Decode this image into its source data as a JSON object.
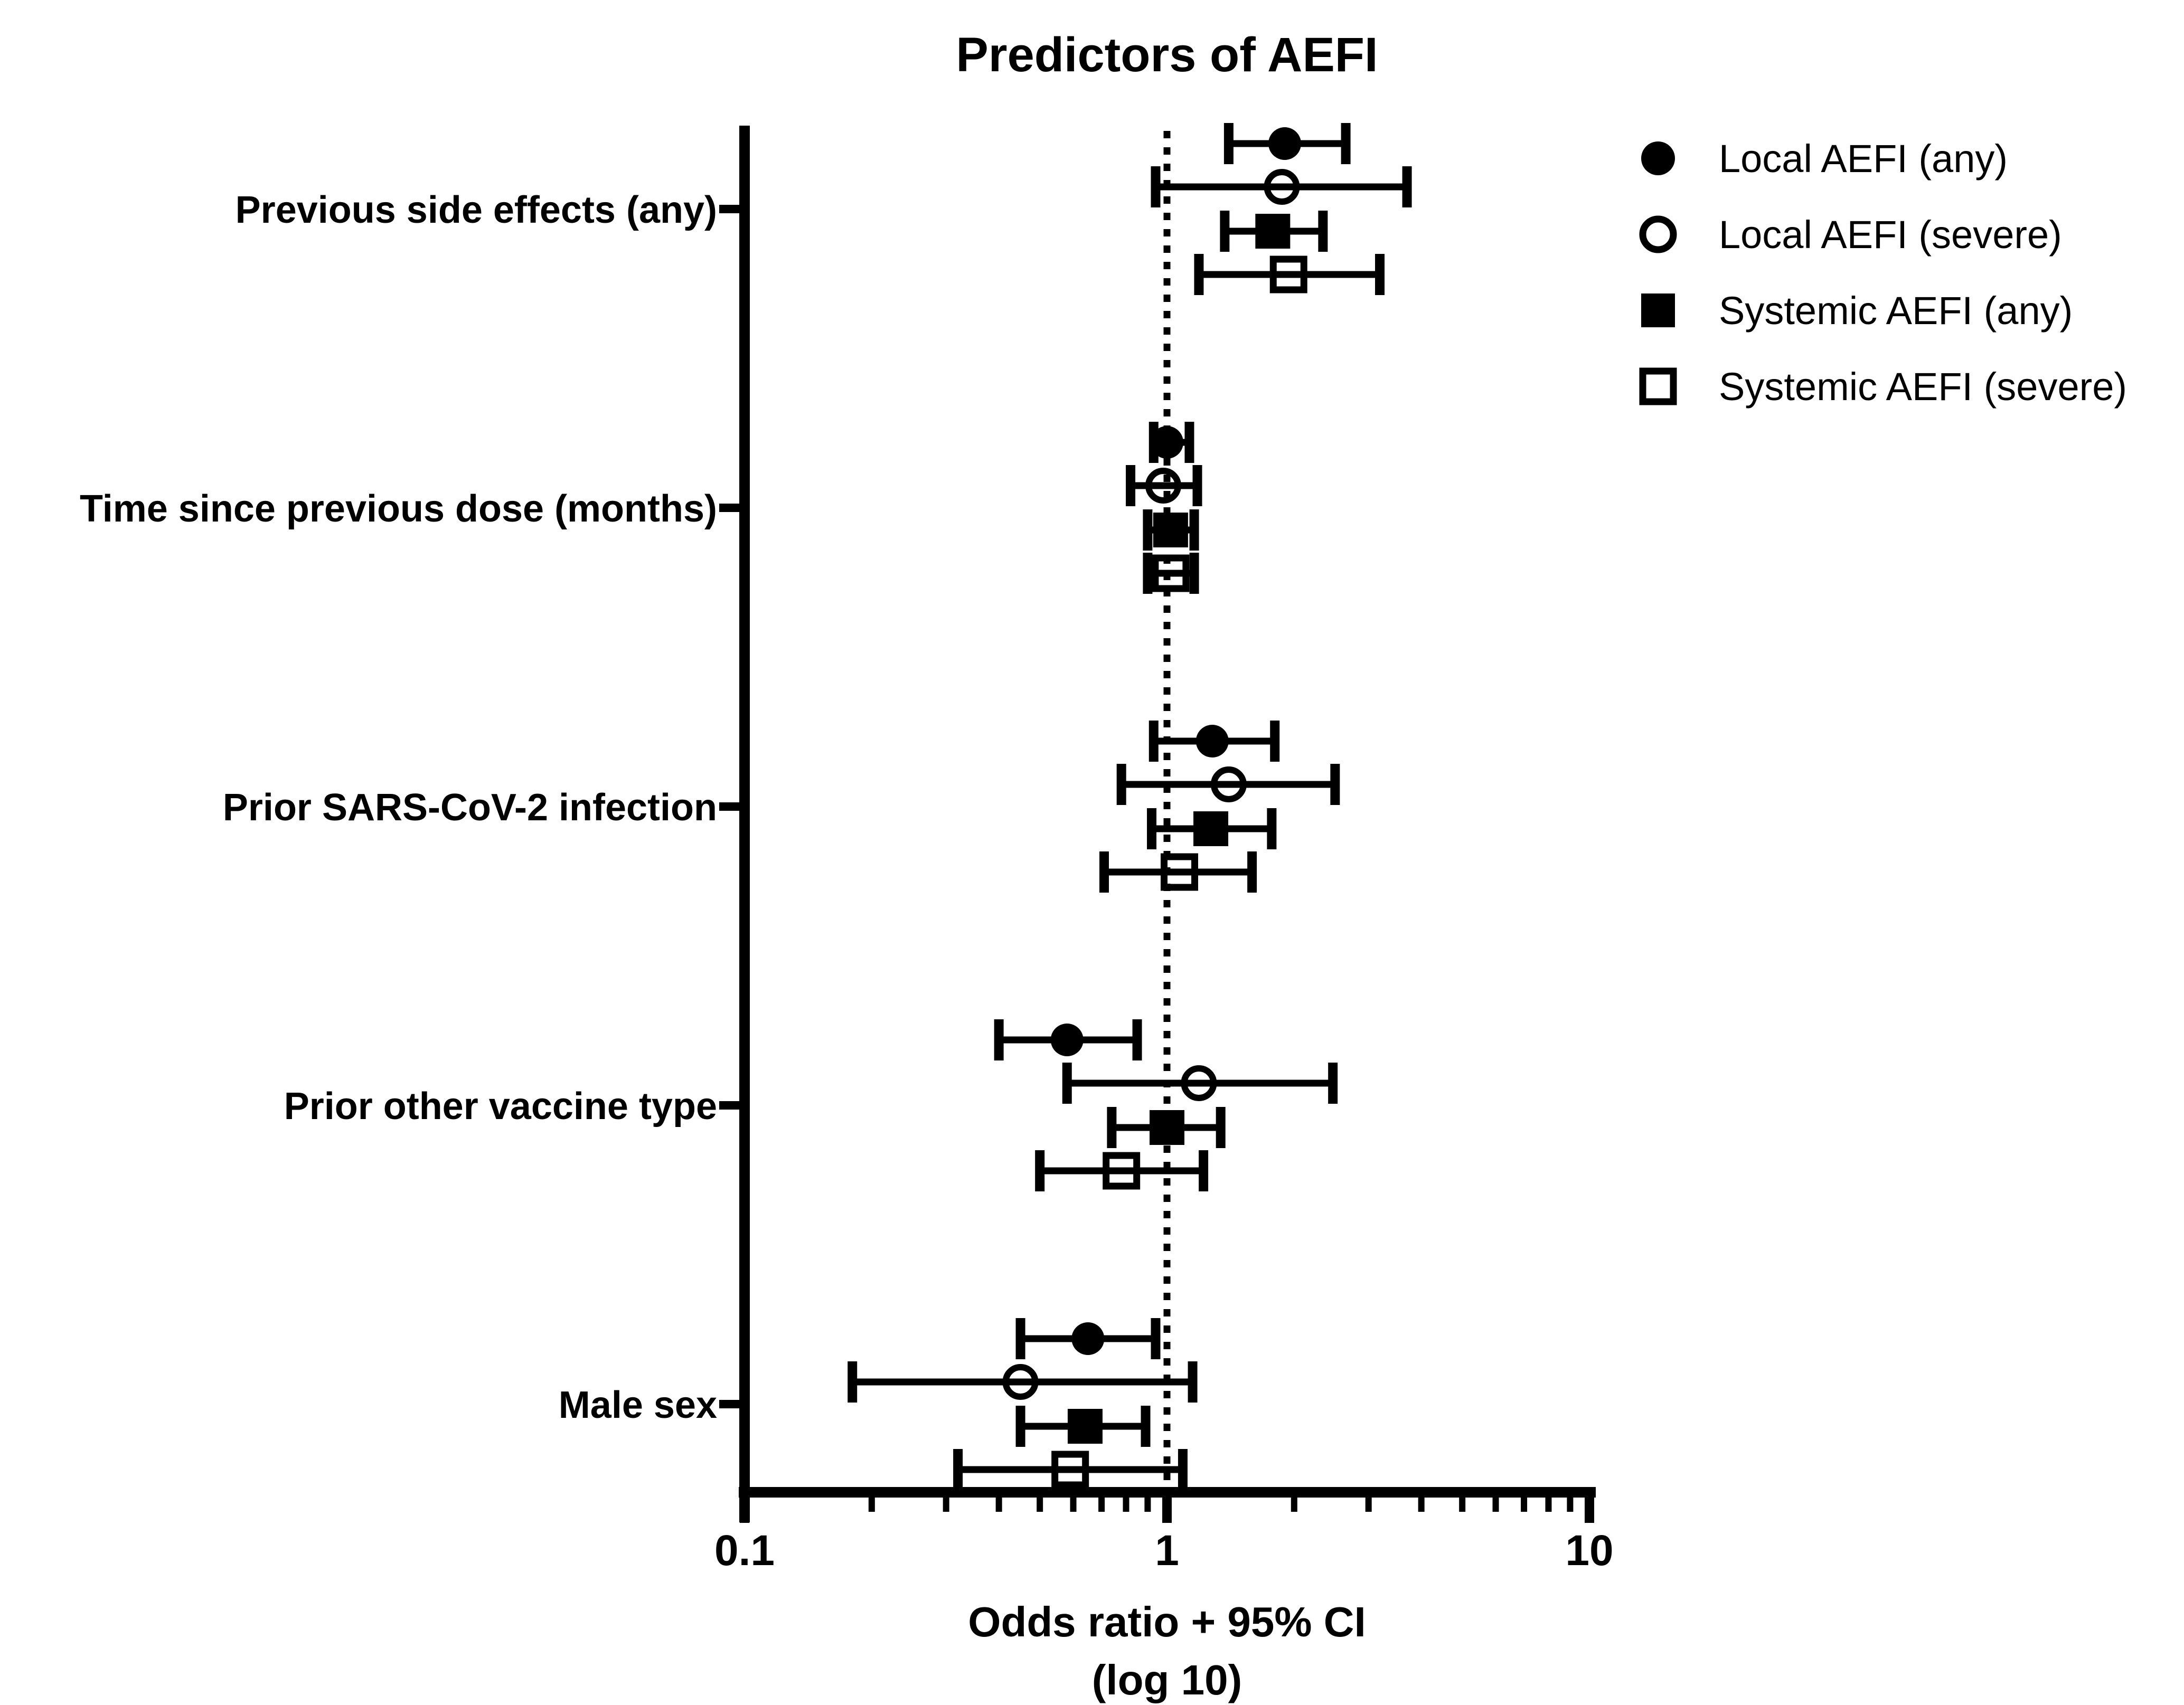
{
  "figure": {
    "background_color": "#ffffff",
    "ink_color": "#000000"
  },
  "chart_data": {
    "type": "scatter",
    "subtype": "forest-plot",
    "title": "Predictors of AEFI",
    "xlabel": "Odds ratio + 95% CI",
    "xlabel_line2": "(log 10)",
    "x_scale": "log10",
    "x_range": [
      0.1,
      10
    ],
    "x_ticks": [
      0.1,
      1,
      10
    ],
    "x_tick_labels": [
      "0.1",
      "1",
      "10"
    ],
    "x_minor_ticks": [
      0.2,
      0.3,
      0.4,
      0.5,
      0.6,
      0.7,
      0.8,
      0.9,
      2,
      3,
      4,
      5,
      6,
      7,
      8,
      9
    ],
    "reference_line_x": 1,
    "grid": false,
    "legend_position": "top-right",
    "series": [
      {
        "name": "Local AEFI (any)",
        "marker": "filled-circle"
      },
      {
        "name": "Local AEFI (severe)",
        "marker": "open-circle"
      },
      {
        "name": "Systemic AEFI (any)",
        "marker": "filled-square"
      },
      {
        "name": "Systemic AEFI (severe)",
        "marker": "open-square"
      }
    ],
    "groups": [
      {
        "label": "Previous side effects (any)",
        "values": [
          {
            "or": 1.9,
            "lo": 1.4,
            "hi": 2.65
          },
          {
            "or": 1.87,
            "lo": 0.94,
            "hi": 3.7
          },
          {
            "or": 1.78,
            "lo": 1.37,
            "hi": 2.34
          },
          {
            "or": 1.94,
            "lo": 1.19,
            "hi": 3.19
          }
        ]
      },
      {
        "label": "Time since previous dose (months)",
        "values": [
          {
            "or": 1.0,
            "lo": 0.93,
            "hi": 1.13
          },
          {
            "or": 0.98,
            "lo": 0.82,
            "hi": 1.18
          },
          {
            "or": 1.02,
            "lo": 0.9,
            "hi": 1.16
          },
          {
            "or": 1.02,
            "lo": 0.9,
            "hi": 1.16
          }
        ]
      },
      {
        "label": "Prior SARS-CoV-2 infection",
        "values": [
          {
            "or": 1.28,
            "lo": 0.93,
            "hi": 1.8
          },
          {
            "or": 1.4,
            "lo": 0.78,
            "hi": 2.5
          },
          {
            "or": 1.27,
            "lo": 0.92,
            "hi": 1.77
          },
          {
            "or": 1.07,
            "lo": 0.71,
            "hi": 1.59
          }
        ]
      },
      {
        "label": "Prior other vaccine type",
        "values": [
          {
            "or": 0.58,
            "lo": 0.4,
            "hi": 0.85
          },
          {
            "or": 1.19,
            "lo": 0.58,
            "hi": 2.47
          },
          {
            "or": 1.0,
            "lo": 0.74,
            "hi": 1.34
          },
          {
            "or": 0.78,
            "lo": 0.5,
            "hi": 1.22
          }
        ]
      },
      {
        "label": "Male sex",
        "values": [
          {
            "or": 0.65,
            "lo": 0.45,
            "hi": 0.94
          },
          {
            "or": 0.45,
            "lo": 0.18,
            "hi": 1.15
          },
          {
            "or": 0.64,
            "lo": 0.45,
            "hi": 0.89
          },
          {
            "or": 0.59,
            "lo": 0.32,
            "hi": 1.09
          }
        ]
      }
    ]
  }
}
